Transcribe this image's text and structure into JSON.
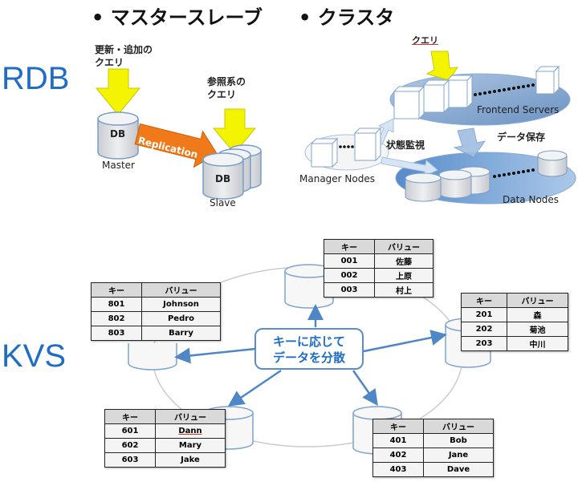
{
  "sections": {
    "rdb_label": "RDB",
    "kvs_label": "KVS"
  },
  "master_slave": {
    "title": "• マスタースレーブ",
    "write_query_label_line1": "更新・追加の",
    "write_query_label_line2": "クエリ",
    "read_query_label_line1": "参照系の",
    "read_query_label_line2": "クエリ",
    "master_db_label": "DB",
    "master_caption": "Master",
    "replication_label": "Replication",
    "slave_db_label": "DB",
    "slave_caption": "Slave"
  },
  "cluster": {
    "title": "• クラスタ",
    "query_label": "クエリ",
    "frontend_label": "Frontend Servers",
    "manager_label": "Manager Nodes",
    "monitor_label": "状態監視",
    "store_label": "データ保存",
    "data_nodes_label": "Data Nodes"
  },
  "kvs": {
    "callout_line1": "キーに応じて",
    "callout_line2": "データを分散",
    "header_key": "キー",
    "header_value": "バリュー",
    "tables": [
      {
        "id": "t800",
        "rows": [
          {
            "key": "801",
            "value": "Johnson"
          },
          {
            "key": "802",
            "value": "Pedro"
          },
          {
            "key": "803",
            "value": "Barry"
          }
        ]
      },
      {
        "id": "t000",
        "rows": [
          {
            "key": "001",
            "value": "佐藤"
          },
          {
            "key": "002",
            "value": "上原"
          },
          {
            "key": "003",
            "value": "村上"
          }
        ]
      },
      {
        "id": "t200",
        "rows": [
          {
            "key": "201",
            "value": "森"
          },
          {
            "key": "202",
            "value": "菊池"
          },
          {
            "key": "203",
            "value": "中川"
          }
        ]
      },
      {
        "id": "t600",
        "rows": [
          {
            "key": "601",
            "value": "Dann"
          },
          {
            "key": "602",
            "value": "Mary"
          },
          {
            "key": "603",
            "value": "Jake"
          }
        ]
      },
      {
        "id": "t400",
        "rows": [
          {
            "key": "401",
            "value": "Bob"
          },
          {
            "key": "402",
            "value": "Jane"
          },
          {
            "key": "403",
            "value": "Dave"
          }
        ]
      }
    ]
  },
  "colors": {
    "accent_blue": "#1f6dc4",
    "arrow_yellow": "#f4f400",
    "replication_orange": "#f07a1a",
    "ellipse_blue": "#7fa4cf"
  }
}
